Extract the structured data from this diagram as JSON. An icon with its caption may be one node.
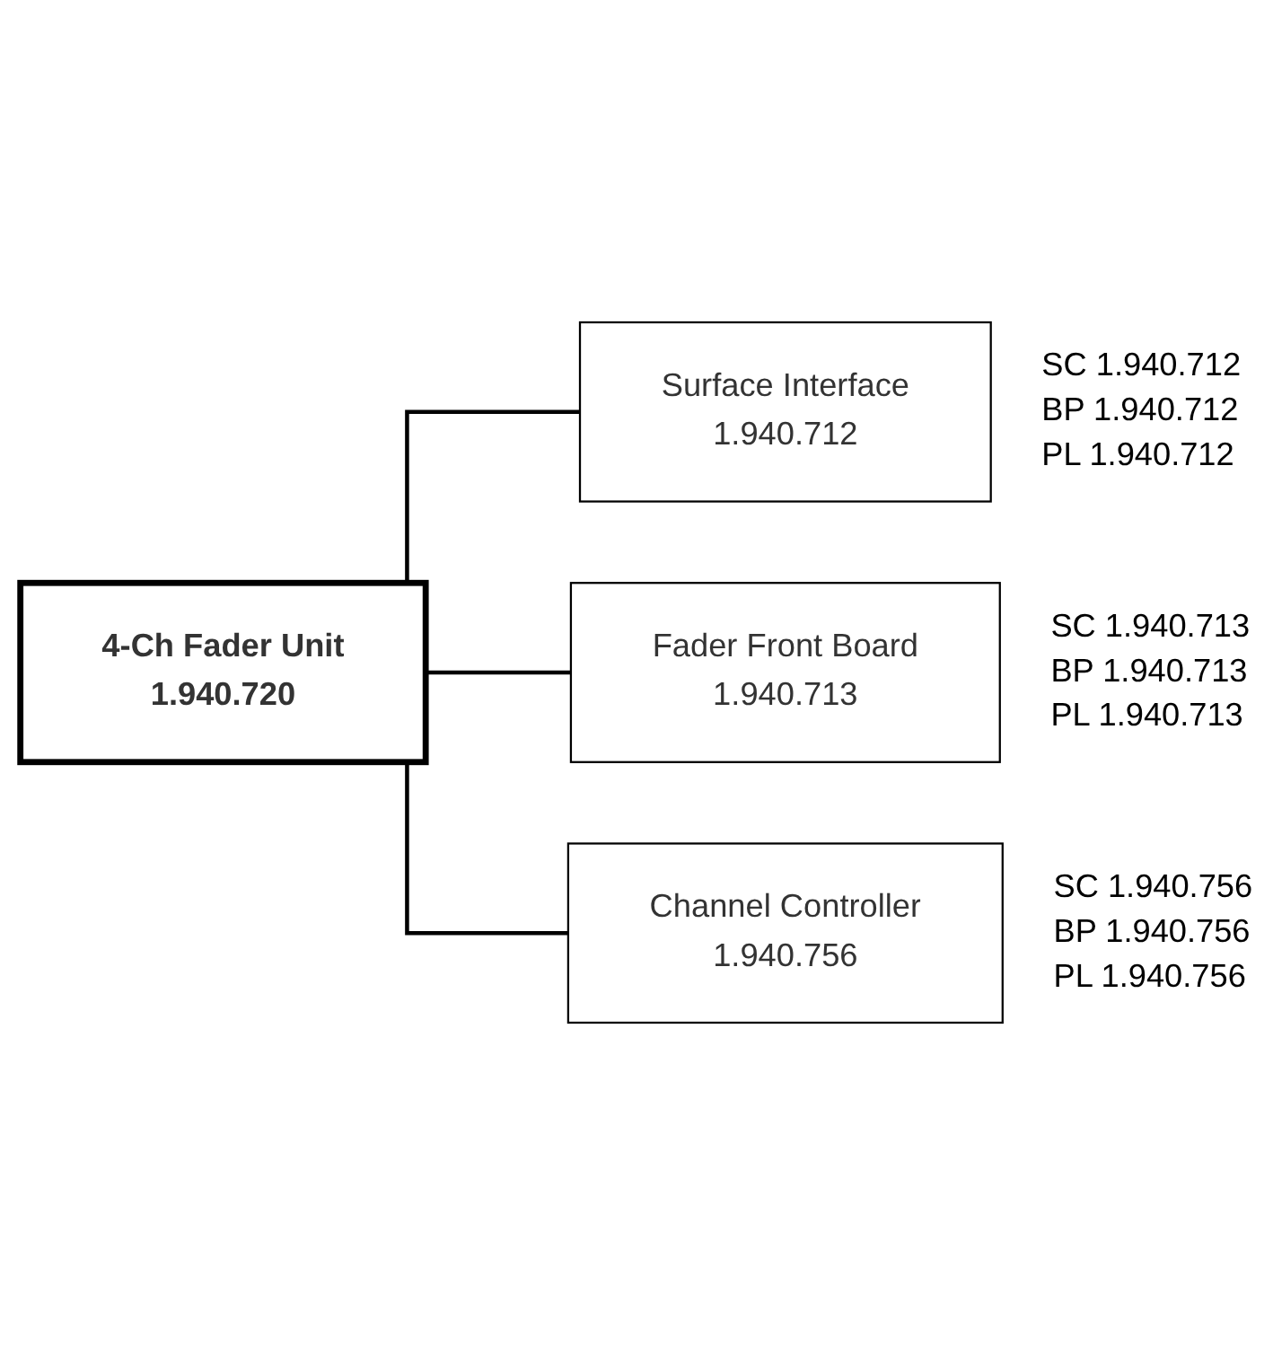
{
  "diagram": {
    "nodes": [
      {
        "text": [
          "4-Ch Fader Unit",
          "1.940.720"
        ]
      },
      {
        "text": [
          "Surface Interface",
          "1.940.712"
        ],
        "beside": [
          "SC 1.940.712",
          "BP 1.940.712",
          "PL 1.940.712"
        ]
      },
      {
        "text": [
          "Fader Front Board",
          "1.940.713"
        ],
        "beside": [
          "SC 1.940.713",
          "BP 1.940.713",
          "PL 1.940.713"
        ]
      },
      {
        "text": [
          "Channel Controller",
          "1.940.756"
        ],
        "beside": [
          "SC 1.940.756",
          "BP 1.940.756",
          "PL 1.940.756"
        ]
      }
    ],
    "edges": [
      {
        "from": 0,
        "to": 1,
        "arrow": "none"
      },
      {
        "from": 0,
        "to": 2,
        "arrow": "none"
      },
      {
        "from": 0,
        "to": 3,
        "arrow": "none"
      }
    ]
  }
}
